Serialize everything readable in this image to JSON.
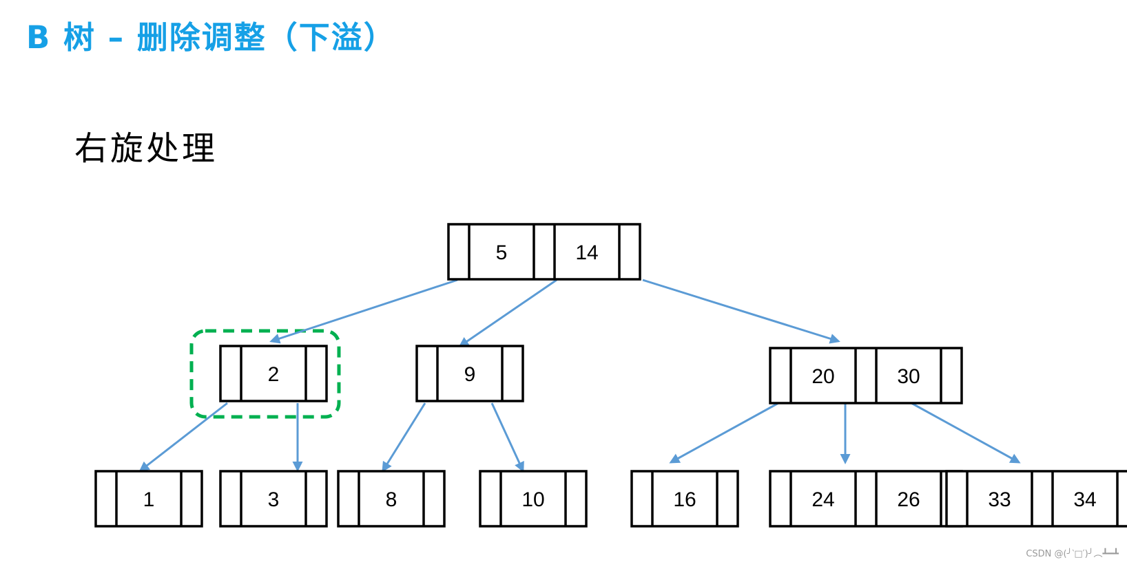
{
  "title": "B 树 – 删除调整（下溢）",
  "subtitle": "右旋处理",
  "watermark": "CSDN @(╯‵□′)╯︵┻━┻",
  "colors": {
    "title": "#16a0e6",
    "edge": "#5b9bd5",
    "highlight": "#00b050",
    "node_border": "#000000"
  },
  "tree": {
    "nodes": [
      {
        "id": "root",
        "keys": [
          "5",
          "14"
        ]
      },
      {
        "id": "n2",
        "keys": [
          "2"
        ],
        "highlighted": true
      },
      {
        "id": "n9",
        "keys": [
          "9"
        ]
      },
      {
        "id": "n20_30",
        "keys": [
          "20",
          "30"
        ]
      },
      {
        "id": "n1",
        "keys": [
          "1"
        ]
      },
      {
        "id": "n3",
        "keys": [
          "3"
        ]
      },
      {
        "id": "n8",
        "keys": [
          "8"
        ]
      },
      {
        "id": "n10",
        "keys": [
          "10"
        ]
      },
      {
        "id": "n16",
        "keys": [
          "16"
        ]
      },
      {
        "id": "n24_26",
        "keys": [
          "24",
          "26"
        ]
      },
      {
        "id": "n33_34",
        "keys": [
          "33",
          "34"
        ]
      }
    ],
    "edges": [
      {
        "from": "root",
        "to": "n2"
      },
      {
        "from": "root",
        "to": "n9"
      },
      {
        "from": "root",
        "to": "n20_30"
      },
      {
        "from": "n2",
        "to": "n1"
      },
      {
        "from": "n2",
        "to": "n3"
      },
      {
        "from": "n9",
        "to": "n8"
      },
      {
        "from": "n9",
        "to": "n10"
      },
      {
        "from": "n20_30",
        "to": "n16"
      },
      {
        "from": "n20_30",
        "to": "n24_26"
      },
      {
        "from": "n20_30",
        "to": "n33_34"
      }
    ]
  }
}
